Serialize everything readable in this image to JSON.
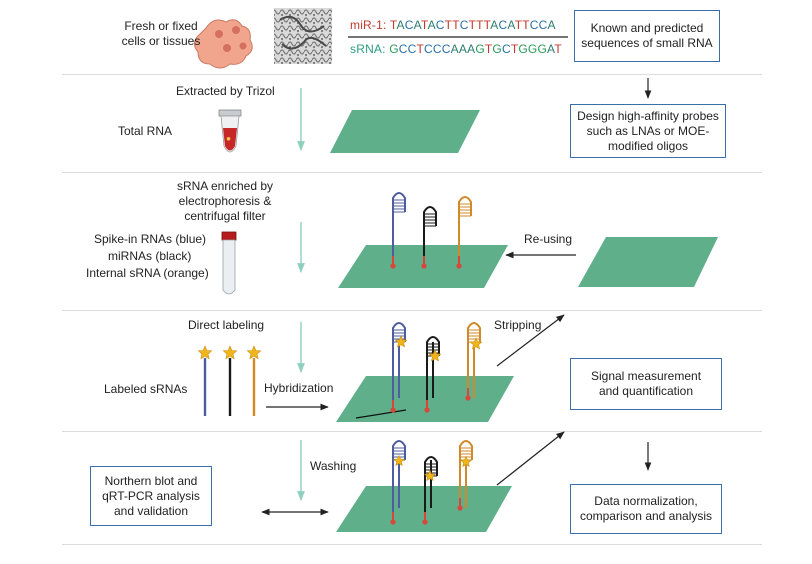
{
  "colors": {
    "accent_box_border": "#3b6fa8",
    "membrane": "#5faf8a",
    "guide_arrow": "#8fcfbd",
    "probe_blue": "#4f5d9e",
    "probe_black": "#1a1a1a",
    "probe_orange": "#d08a2a",
    "anchor_red": "#d9463a",
    "star_gold": "#f0b51a",
    "nuc_A": "#2d7d6e",
    "nuc_T": "#c0392b",
    "nuc_C": "#2a6fa8",
    "nuc_G": "#2d9b5a"
  },
  "step1": {
    "cells_label_line1": "Fresh or fixed",
    "cells_label_line2": "cells or tissues",
    "mir_prefix": "miR-1: ",
    "mir_sequence": "TACATACTTCTTTACATTCCA",
    "srna_prefix": "sRNA: ",
    "srna_sequence": "GCCTCCCAAAGTGCTGGGAT",
    "known_box_line1": "Known and predicted",
    "known_box_line2": "sequences of small RNA"
  },
  "step2": {
    "extracted_label": "Extracted by Trizol",
    "total_rna_label": "Total RNA",
    "design_box_line1": "Design high-affinity probes",
    "design_box_line2": "such as LNAs or MOE-",
    "design_box_line3": "modified oligos"
  },
  "step3": {
    "enriched_line1": "sRNA enriched by",
    "enriched_line2": "electrophoresis &",
    "enriched_line3": "centrifugal filter",
    "spike_label": "Spike-in RNAs (blue)",
    "mirna_label": "miRNAs (black)",
    "internal_label": "Internal sRNA (orange)",
    "reusing_label": "Re-using"
  },
  "step4": {
    "direct_label": "Direct labeling",
    "labeled_label": "Labeled sRNAs",
    "hybridization_label": "Hybridization",
    "stripping_label": "Stripping",
    "signal_box_line1": "Signal measurement",
    "signal_box_line2": "and quantification"
  },
  "step5": {
    "washing_label": "Washing",
    "northern_box_line1": "Northern blot and",
    "northern_box_line2": "qRT-PCR analysis",
    "northern_box_line3": "and validation",
    "data_box_line1": "Data normalization,",
    "data_box_line2": "comparison and analysis"
  }
}
